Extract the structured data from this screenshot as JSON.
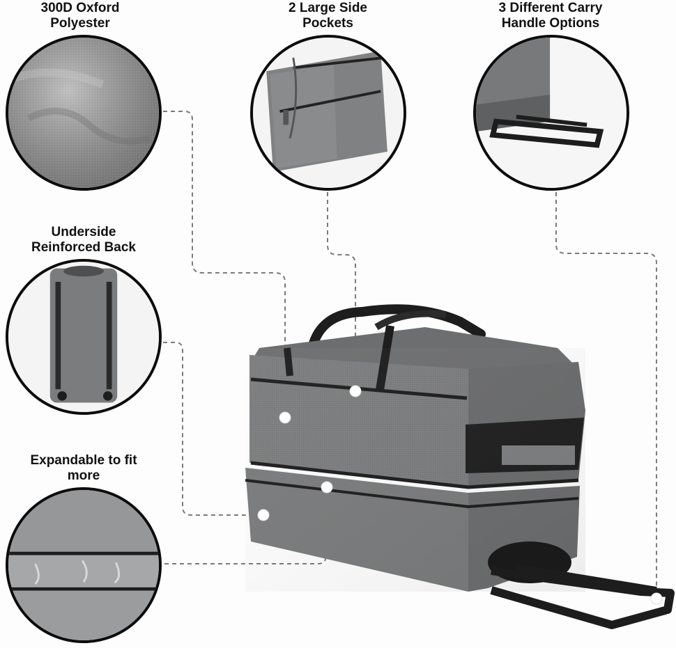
{
  "features": [
    {
      "id": "fabric",
      "label": "300D Oxford\nPolyester",
      "icon": "fabric-closeup"
    },
    {
      "id": "pockets",
      "label": "2 Large Side\nPockets",
      "icon": "side-pocket-closeup"
    },
    {
      "id": "handle",
      "label": "3 Different Carry\nHandle Options",
      "icon": "telescopic-handle-closeup"
    },
    {
      "id": "back",
      "label": "Underside\nReinforced Back",
      "icon": "reinforced-back-closeup"
    },
    {
      "id": "expand",
      "label": "Expandable to fit\nmore",
      "icon": "expandable-section-closeup"
    }
  ],
  "colors": {
    "bag_gray": "#7b7c7d",
    "bag_dark": "#4e4f50",
    "strap_black": "#1d1d1d",
    "outline": "#0c0c0c",
    "connector": "#7a7a7a"
  }
}
